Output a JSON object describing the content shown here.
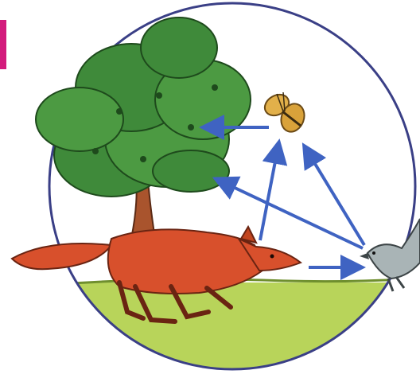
{
  "diagram": {
    "nodes": [
      {
        "id": "tree",
        "icon": "tree-icon"
      },
      {
        "id": "butterfly",
        "icon": "butterfly-icon"
      },
      {
        "id": "fox",
        "icon": "fox-icon"
      },
      {
        "id": "bird",
        "icon": "bird-icon"
      }
    ],
    "arrows": [
      {
        "from": "butterfly",
        "to": "tree"
      },
      {
        "from": "fox",
        "to": "butterfly"
      },
      {
        "from": "bird",
        "to": "butterfly"
      },
      {
        "from": "bird",
        "to": "tree"
      },
      {
        "from": "fox",
        "to": "bird"
      }
    ],
    "colors": {
      "arrow": "#3f63c2",
      "ground": "#b8d45a",
      "circle": "#3a3f86",
      "foliage": "#3f8a3a",
      "trunk": "#a9542d",
      "fox": "#d8502c",
      "butterfly": "#e2b04a",
      "bird": "#a9b4b6",
      "accent_mark": "#d31b7c"
    }
  }
}
